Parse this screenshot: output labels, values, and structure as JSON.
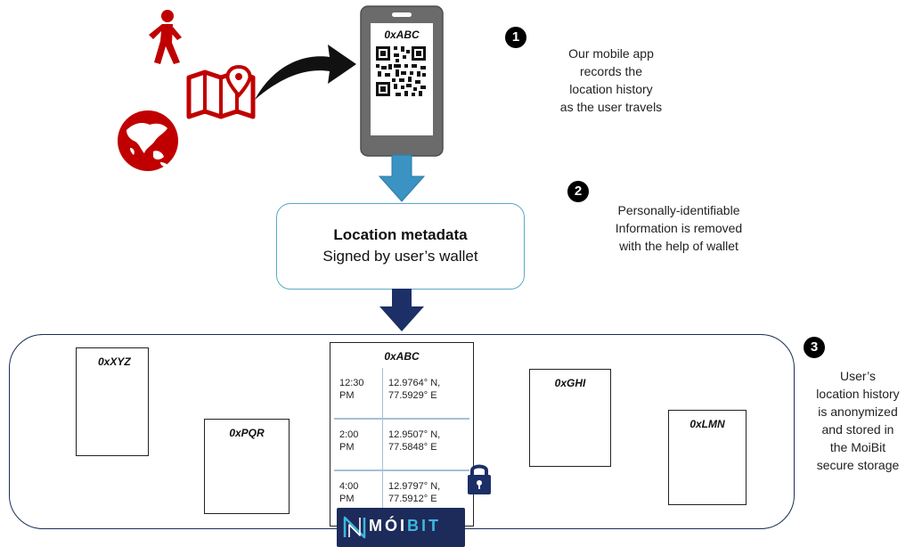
{
  "steps": {
    "step1": {
      "number": "1",
      "text": "Our mobile app\nrecords the\nlocation history\nas the user travels"
    },
    "step2": {
      "number": "2",
      "text": "Personally-identifiable\nInformation is removed\nwith the help of wallet"
    },
    "step3": {
      "number": "3",
      "text": "User’s\nlocation history\nis anonymized\nand stored in\nthe MoiBit\nsecure storage"
    }
  },
  "phone": {
    "id_label": "0xABC"
  },
  "metadata_box": {
    "title": "Location metadata",
    "subtitle": "Signed by user’s wallet"
  },
  "storage": {
    "cards": [
      {
        "label": "0xXYZ"
      },
      {
        "label": "0xPQR"
      },
      {
        "label": "0xGHI"
      },
      {
        "label": "0xLMN"
      }
    ],
    "main_card": {
      "label": "0xABC",
      "rows": [
        {
          "time": "12:30\nPM",
          "coords": "12.9764° N,\n77.5929° E"
        },
        {
          "time": "2:00\nPM",
          "coords": "12.9507° N,\n77.5848° E"
        },
        {
          "time": "4:00\nPM",
          "coords": "12.9797° N,\n77.5912° E"
        }
      ]
    },
    "logo": {
      "text_part1": "MÓI",
      "text_part2": "BIT"
    }
  },
  "colors": {
    "icon_red": "#c00000",
    "phone_gray": "#6b6b6b",
    "arrow_blue": "#3a93c2",
    "arrow_navy": "#1c2f67",
    "logo_navy": "#1c2b5a",
    "logo_accent": "#3fb6e0"
  },
  "icons": [
    "walking-person-icon",
    "map-pin-icon",
    "globe-icon",
    "curved-arrow-icon",
    "qr-code-icon",
    "padlock-icon"
  ]
}
